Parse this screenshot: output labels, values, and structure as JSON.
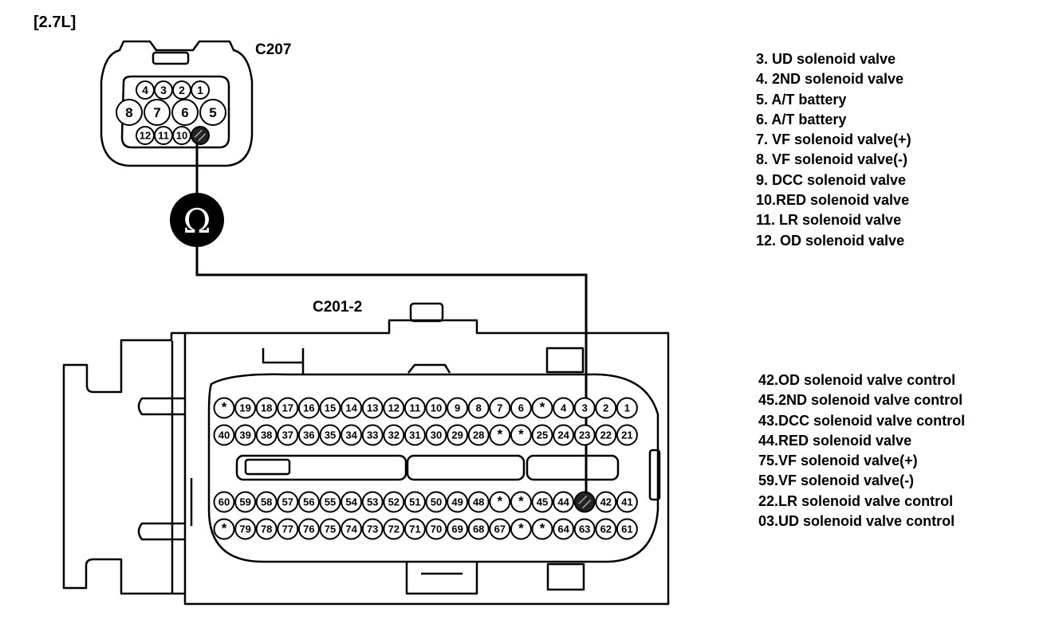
{
  "engine_label": "[2.7L]",
  "connector_top": {
    "name": "C207",
    "pins_row1": [
      "4",
      "3",
      "2",
      "1"
    ],
    "pins_row2": [
      "8",
      "7",
      "6",
      "5"
    ],
    "pins_row3": [
      "12",
      "11",
      "10",
      ""
    ]
  },
  "meter_symbol": "Ω",
  "connector_bottom": {
    "name": "C201-2",
    "row1": [
      "*",
      "19",
      "18",
      "17",
      "16",
      "15",
      "14",
      "13",
      "12",
      "11",
      "10",
      "9",
      "8",
      "7",
      "6",
      "*",
      "4",
      "3",
      "2",
      "1"
    ],
    "row2": [
      "40",
      "39",
      "38",
      "37",
      "36",
      "35",
      "34",
      "33",
      "32",
      "31",
      "30",
      "29",
      "28",
      "*",
      "*",
      "25",
      "24",
      "23",
      "22",
      "21"
    ],
    "row3": [
      "60",
      "59",
      "58",
      "57",
      "56",
      "55",
      "54",
      "53",
      "52",
      "51",
      "50",
      "49",
      "48",
      "*",
      "*",
      "45",
      "44",
      "",
      "42",
      "41"
    ],
    "row4": [
      "*",
      "79",
      "78",
      "77",
      "76",
      "75",
      "74",
      "73",
      "72",
      "71",
      "70",
      "69",
      "68",
      "67",
      "*",
      "*",
      "64",
      "63",
      "62",
      "61"
    ]
  },
  "legend_top": [
    "3. UD solenoid valve",
    "4. 2ND solenoid valve",
    "5. A/T battery",
    "6. A/T battery",
    "7. VF solenoid valve(+)",
    "8. VF solenoid valve(-)",
    "9. DCC solenoid valve",
    "10.RED solenoid valve",
    "11. LR solenoid valve",
    "12. OD solenoid valve"
  ],
  "legend_bottom": [
    "42.OD solenoid valve control",
    "45.2ND solenoid valve control",
    "43.DCC solenoid valve control",
    "44.RED solenoid valve",
    "75.VF solenoid valve(+)",
    "59.VF solenoid valve(-)",
    "22.LR solenoid valve control",
    "03.UD solenoid valve control"
  ]
}
